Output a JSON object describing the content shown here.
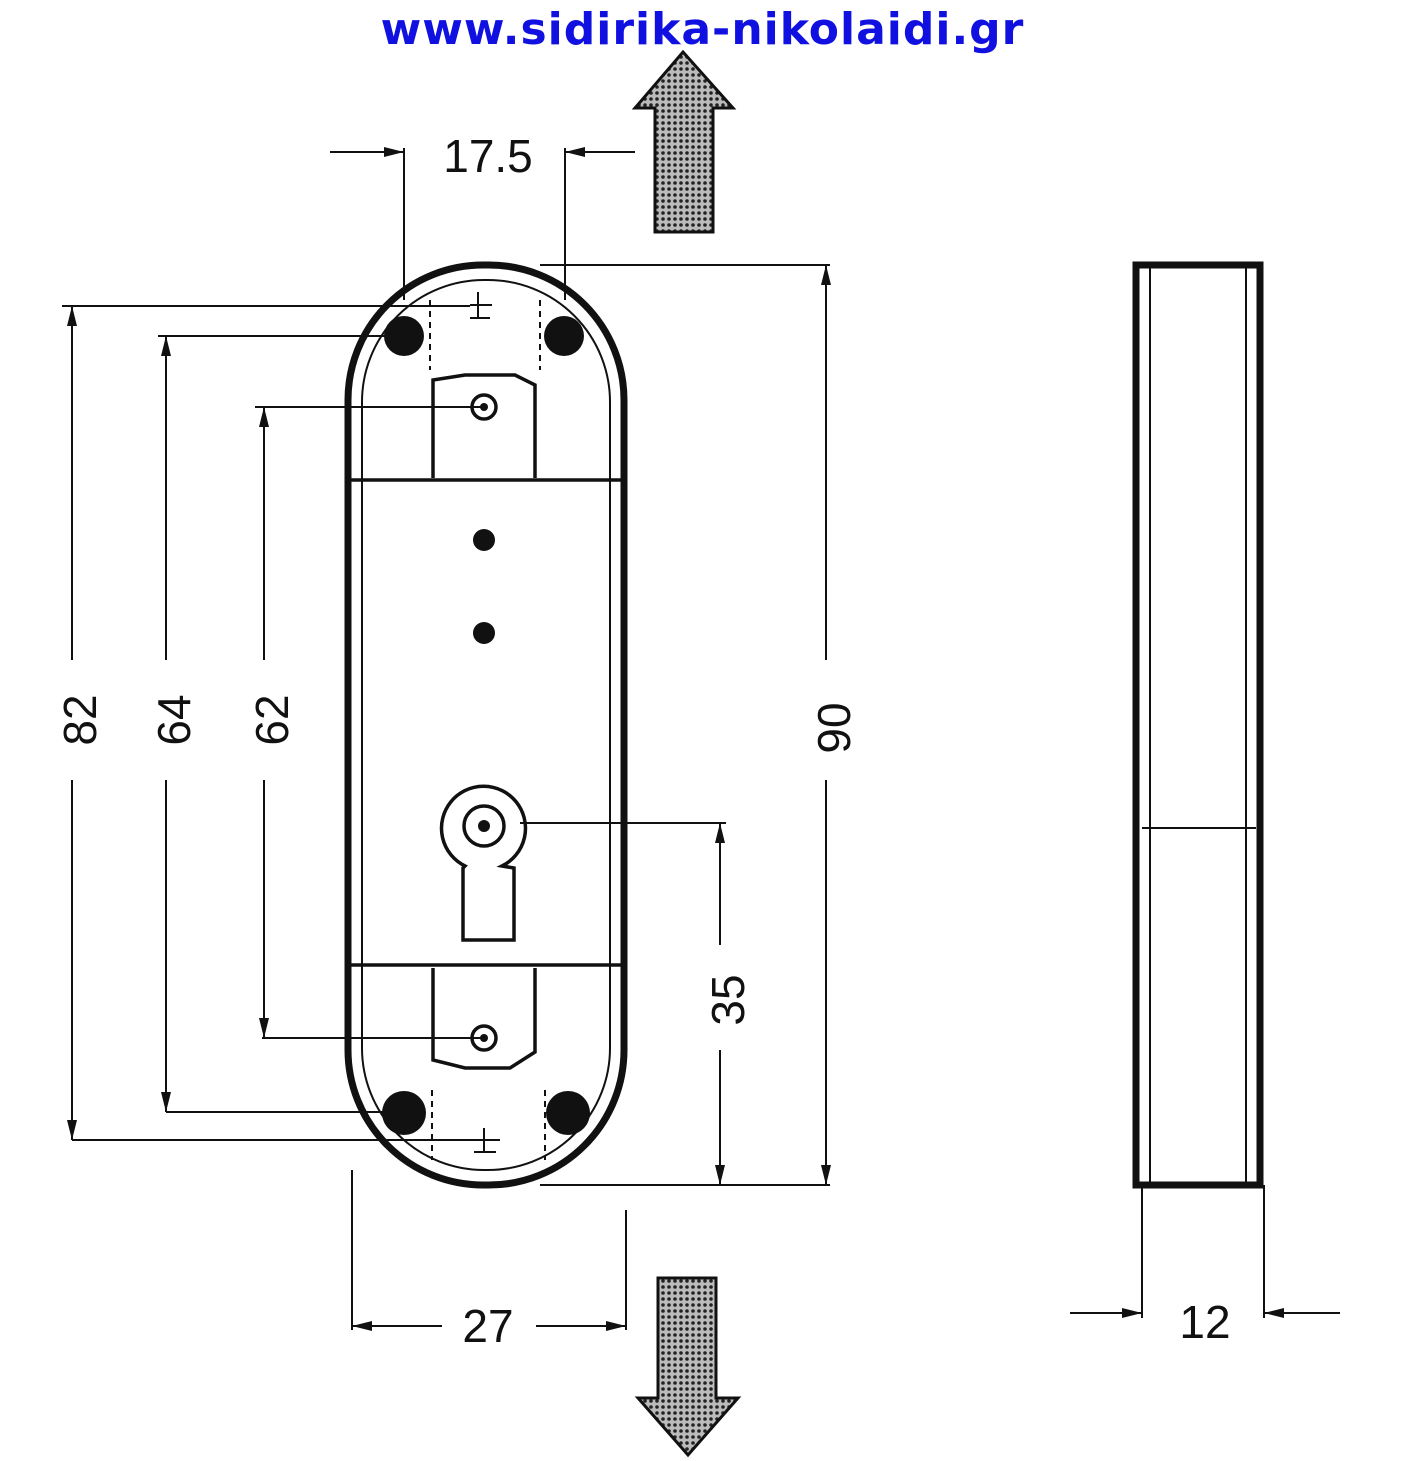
{
  "header": {
    "url": "www.sidirika-nikolaidi.gr",
    "color": "#1010e0"
  },
  "dimensions": {
    "top_width": "17.5",
    "bottom_width": "27",
    "height_82": "82",
    "height_64": "64",
    "height_62": "62",
    "height_90": "90",
    "keyhole_35": "35",
    "side_depth": "12"
  },
  "colors": {
    "line": "#111111",
    "arrow_fill": "#666666"
  },
  "icons": {
    "up_arrow": "up-arrow-icon",
    "down_arrow": "down-arrow-icon"
  }
}
